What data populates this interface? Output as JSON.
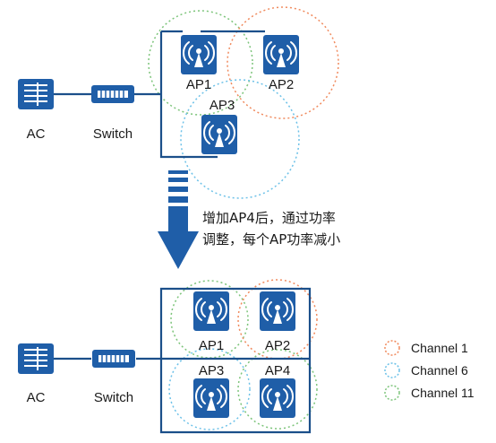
{
  "diagram": {
    "top": {
      "ac_label": "AC",
      "switch_label": "Switch",
      "ap1_label": "AP1",
      "ap2_label": "AP2",
      "ap3_label": "AP3"
    },
    "transition": {
      "line1": "增加AP4后，通过功率",
      "line2": "调整，每个AP功率减小"
    },
    "bottom": {
      "ac_label": "AC",
      "switch_label": "Switch",
      "ap1_label": "AP1",
      "ap2_label": "AP2",
      "ap3_label": "AP3",
      "ap4_label": "AP4"
    },
    "legend": [
      {
        "label": "Channel 1",
        "color": "#f08a5d"
      },
      {
        "label": "Channel 6",
        "color": "#6cc1e8"
      },
      {
        "label": "Channel 11",
        "color": "#7cc47a"
      }
    ],
    "colors": {
      "device": "#1f5ea8",
      "wire": "#1b4f8a",
      "arrow": "#1f5ea8"
    }
  }
}
